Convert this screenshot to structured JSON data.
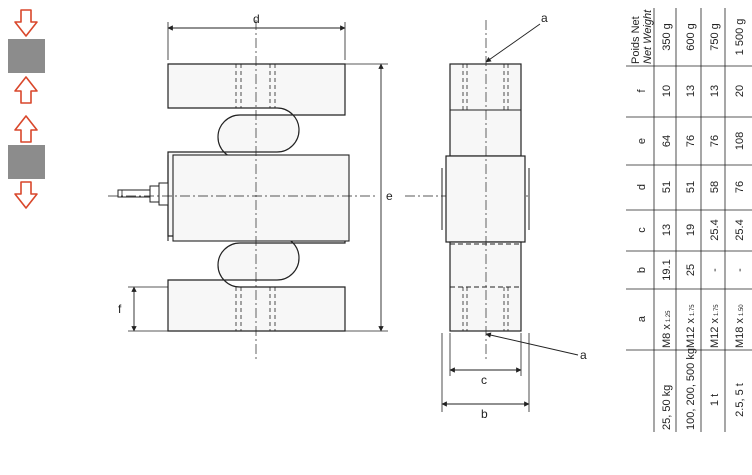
{
  "labels": {
    "d": "d",
    "e": "e",
    "f": "f",
    "a_top": "a",
    "a_bottom": "a",
    "c": "c",
    "b": "b"
  },
  "table": {
    "headers": {
      "a": "a",
      "b": "b",
      "c": "c",
      "d": "d",
      "e": "e",
      "f": "f",
      "weight_fr": "Poids Net",
      "weight_en": "Net Weight"
    },
    "rows": [
      {
        "capacity": "25, 50 kg",
        "thread": "M8 x",
        "pitch": "1.25",
        "b": "19.1",
        "c": "13",
        "d": "51",
        "e": "64",
        "f": "10",
        "weight": "350 g"
      },
      {
        "capacity": "100, 200, 500 kg",
        "thread": "M12 x",
        "pitch": "1.75",
        "b": "25",
        "c": "19",
        "d": "51",
        "e": "76",
        "f": "13",
        "weight": "600 g"
      },
      {
        "capacity": "1 t",
        "thread": "M12 x",
        "pitch": "1.75",
        "b": "-",
        "c": "25.4",
        "d": "58",
        "e": "76",
        "f": "13",
        "weight": "750 g"
      },
      {
        "capacity": "2.5, 5 t",
        "thread": "M18 x",
        "pitch": "1.50",
        "b": "-",
        "c": "25.4",
        "d": "76",
        "e": "108",
        "f": "20",
        "weight": "1 500 g"
      }
    ]
  },
  "colors": {
    "arrow_outline": "#d9472b",
    "block_fill": "#8c8c8c",
    "line": "#222222",
    "body_fill": "#f7f7f7"
  }
}
